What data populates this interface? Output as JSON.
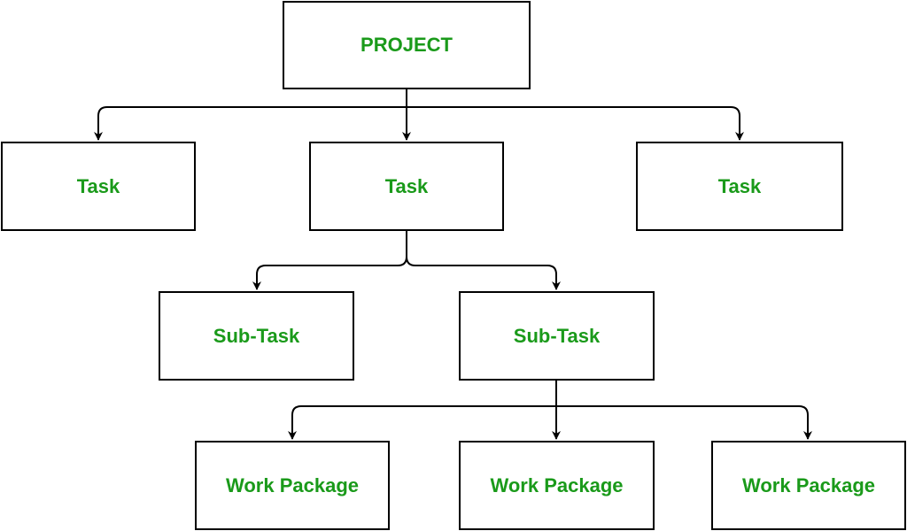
{
  "diagram": {
    "root": {
      "label": "PROJECT"
    },
    "tasks": [
      {
        "label": "Task"
      },
      {
        "label": "Task"
      },
      {
        "label": "Task"
      }
    ],
    "subtasks": [
      {
        "label": "Sub-Task"
      },
      {
        "label": "Sub-Task"
      }
    ],
    "work_packages": [
      {
        "label": "Work Package"
      },
      {
        "label": "Work Package"
      },
      {
        "label": "Work Package"
      }
    ],
    "edges": [
      {
        "from": "PROJECT",
        "to": "Task (left)"
      },
      {
        "from": "PROJECT",
        "to": "Task (middle)"
      },
      {
        "from": "PROJECT",
        "to": "Task (right)"
      },
      {
        "from": "Task (middle)",
        "to": "Sub-Task (left)"
      },
      {
        "from": "Task (middle)",
        "to": "Sub-Task (right)"
      },
      {
        "from": "Sub-Task (right)",
        "to": "Work Package (left)"
      },
      {
        "from": "Sub-Task (right)",
        "to": "Work Package (middle)"
      },
      {
        "from": "Sub-Task (right)",
        "to": "Work Package (right)"
      }
    ]
  },
  "colors": {
    "label_text": "#1a9a1a",
    "box_border": "#000000",
    "connector": "#000000",
    "background": "#ffffff"
  }
}
